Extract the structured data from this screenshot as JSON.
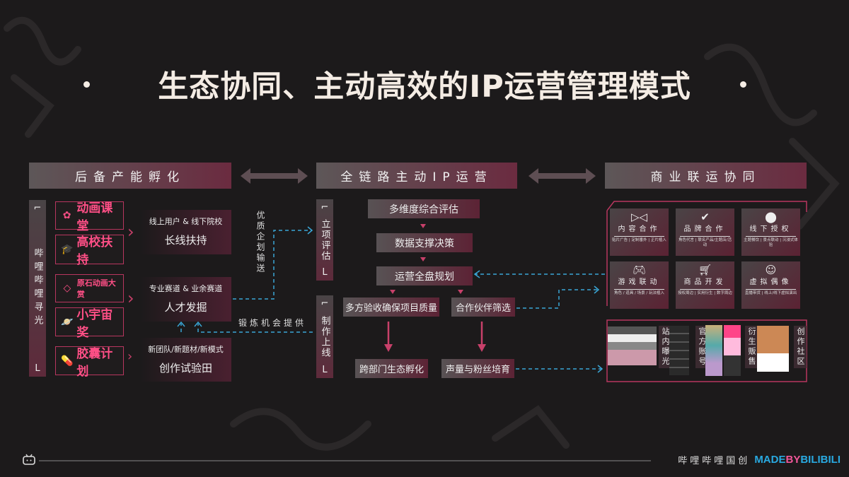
{
  "title": "生态协同、主动高效的IP运营管理模式",
  "sections": {
    "left": "后备产能孵化",
    "middle": "全链路主动IP运营",
    "right": "商业联运协同"
  },
  "left": {
    "vertical_label": "哔哩哔哩寻光",
    "programs": [
      {
        "label": "动画课堂",
        "icon": "animation-class-icon"
      },
      {
        "label": "高校扶持",
        "icon": "campus-icon"
      },
      {
        "label": "原石动画大赏",
        "icon": "gem-icon"
      },
      {
        "label": "小宇宙奖",
        "icon": "planet-icon"
      },
      {
        "label": "胶囊计划",
        "icon": "capsule-icon"
      }
    ],
    "results": [
      {
        "sub": "线上用户 & 线下院校",
        "main": "长线扶持"
      },
      {
        "sub": "专业赛道 & 业余赛道",
        "main": "人才发掘"
      },
      {
        "sub": "新团队/新题材/新模式",
        "main": "创作试验田"
      }
    ],
    "flow_up_label": "优质企划输送",
    "flow_back_label": "锻炼机会提供"
  },
  "middle": {
    "stage1": "立项评估",
    "stage2": "制作上线",
    "steps": [
      "多维度综合评估",
      "数据支撑决策",
      "运营全盘规划",
      "多方验收确保项目质量",
      "合作伙伴筛选",
      "跨部门生态孵化",
      "声量与粉丝培育"
    ]
  },
  "right": {
    "cards": [
      {
        "label": "内容合作",
        "icon": "video-icon",
        "sub": "贴片广告 | 定制番外 | 正片植入"
      },
      {
        "label": "品牌合作",
        "icon": "badge-check-icon",
        "sub": "角色代言 | 联名产品/主题店/活动"
      },
      {
        "label": "线下授权",
        "icon": "location-pin-icon",
        "sub": "主题餐饮 | 景点联动 | 沉浸式体验"
      },
      {
        "label": "游戏联动",
        "icon": "gamepad-icon",
        "sub": "角色 / 道具 / 场景 / 玩法植入"
      },
      {
        "label": "商品开发",
        "icon": "cart-icon",
        "sub": "授权周边 | 实用衍生 | 数字周边"
      },
      {
        "label": "虚拟偶像",
        "icon": "virtual-idol-icon",
        "sub": "直播带货 | 线上/线下虚拟演出"
      }
    ],
    "media_labels": [
      "站内曝光",
      "官方账号",
      "衍生贩售",
      "创作社区"
    ]
  },
  "footer": {
    "brand_cn": "哔哩哔哩国创",
    "brand_en_a": "MADE",
    "brand_en_b": "BY",
    "brand_en_c": "BILIBILI"
  },
  "colors": {
    "accent": "#c8406a",
    "dash": "#3aa6d6",
    "bg": "#1c1a1b"
  }
}
